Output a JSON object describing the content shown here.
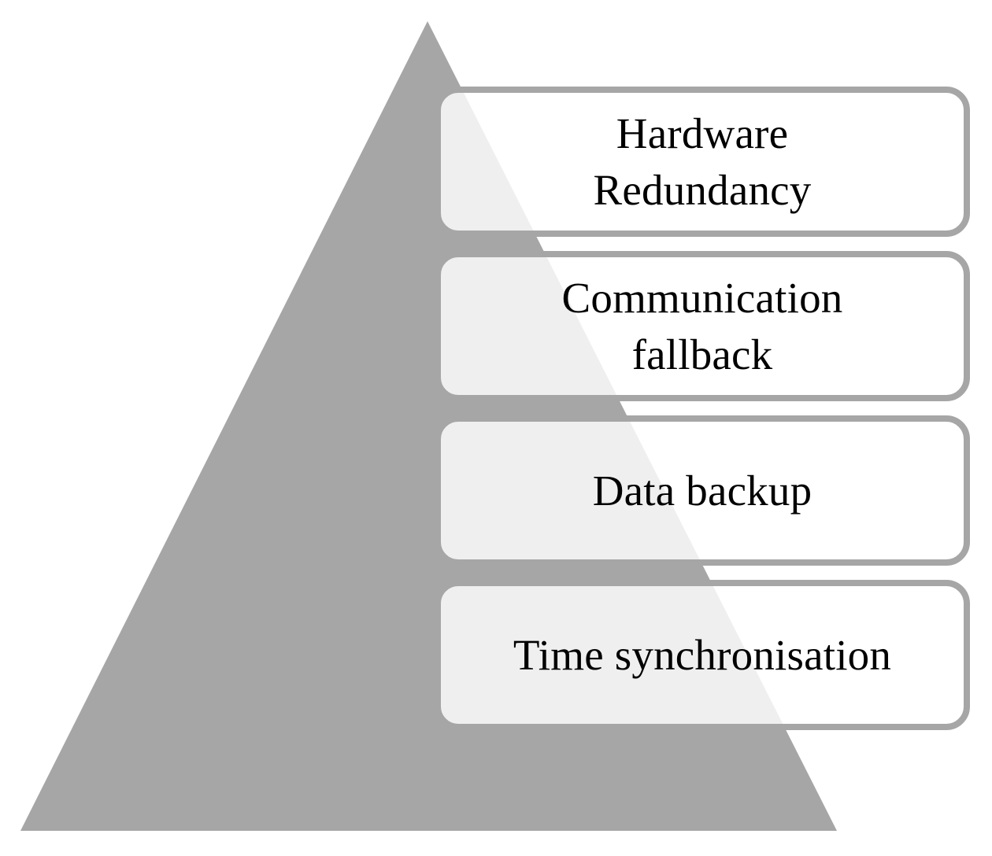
{
  "diagram": {
    "type": "pyramid",
    "name": "resilience-pyramid",
    "background_color": "#FFFFFF",
    "shape": {
      "name": "pyramid-triangle",
      "fill_color": "#A6A6A6",
      "apex": [
        543,
        27
      ],
      "base_left": [
        26,
        1056
      ],
      "base_right": [
        1063,
        1056
      ]
    },
    "box_style": {
      "border_color": "#A6A6A6",
      "fill_color": "#F2F2F2",
      "text_color": "#000000"
    },
    "levels": [
      {
        "index": 1,
        "position": "top",
        "label": "Hardware\nRedundancy",
        "lines": [
          "Hardware",
          "Redundancy"
        ]
      },
      {
        "index": 2,
        "position": "upper-middle",
        "label": "Communication\nfallback",
        "lines": [
          "Communication",
          "fallback"
        ]
      },
      {
        "index": 3,
        "position": "lower-middle",
        "label": "Data backup",
        "lines": [
          "Data backup"
        ]
      },
      {
        "index": 4,
        "position": "bottom",
        "label": "Time synchronisation",
        "lines": [
          "Time synchronisation"
        ]
      }
    ]
  }
}
